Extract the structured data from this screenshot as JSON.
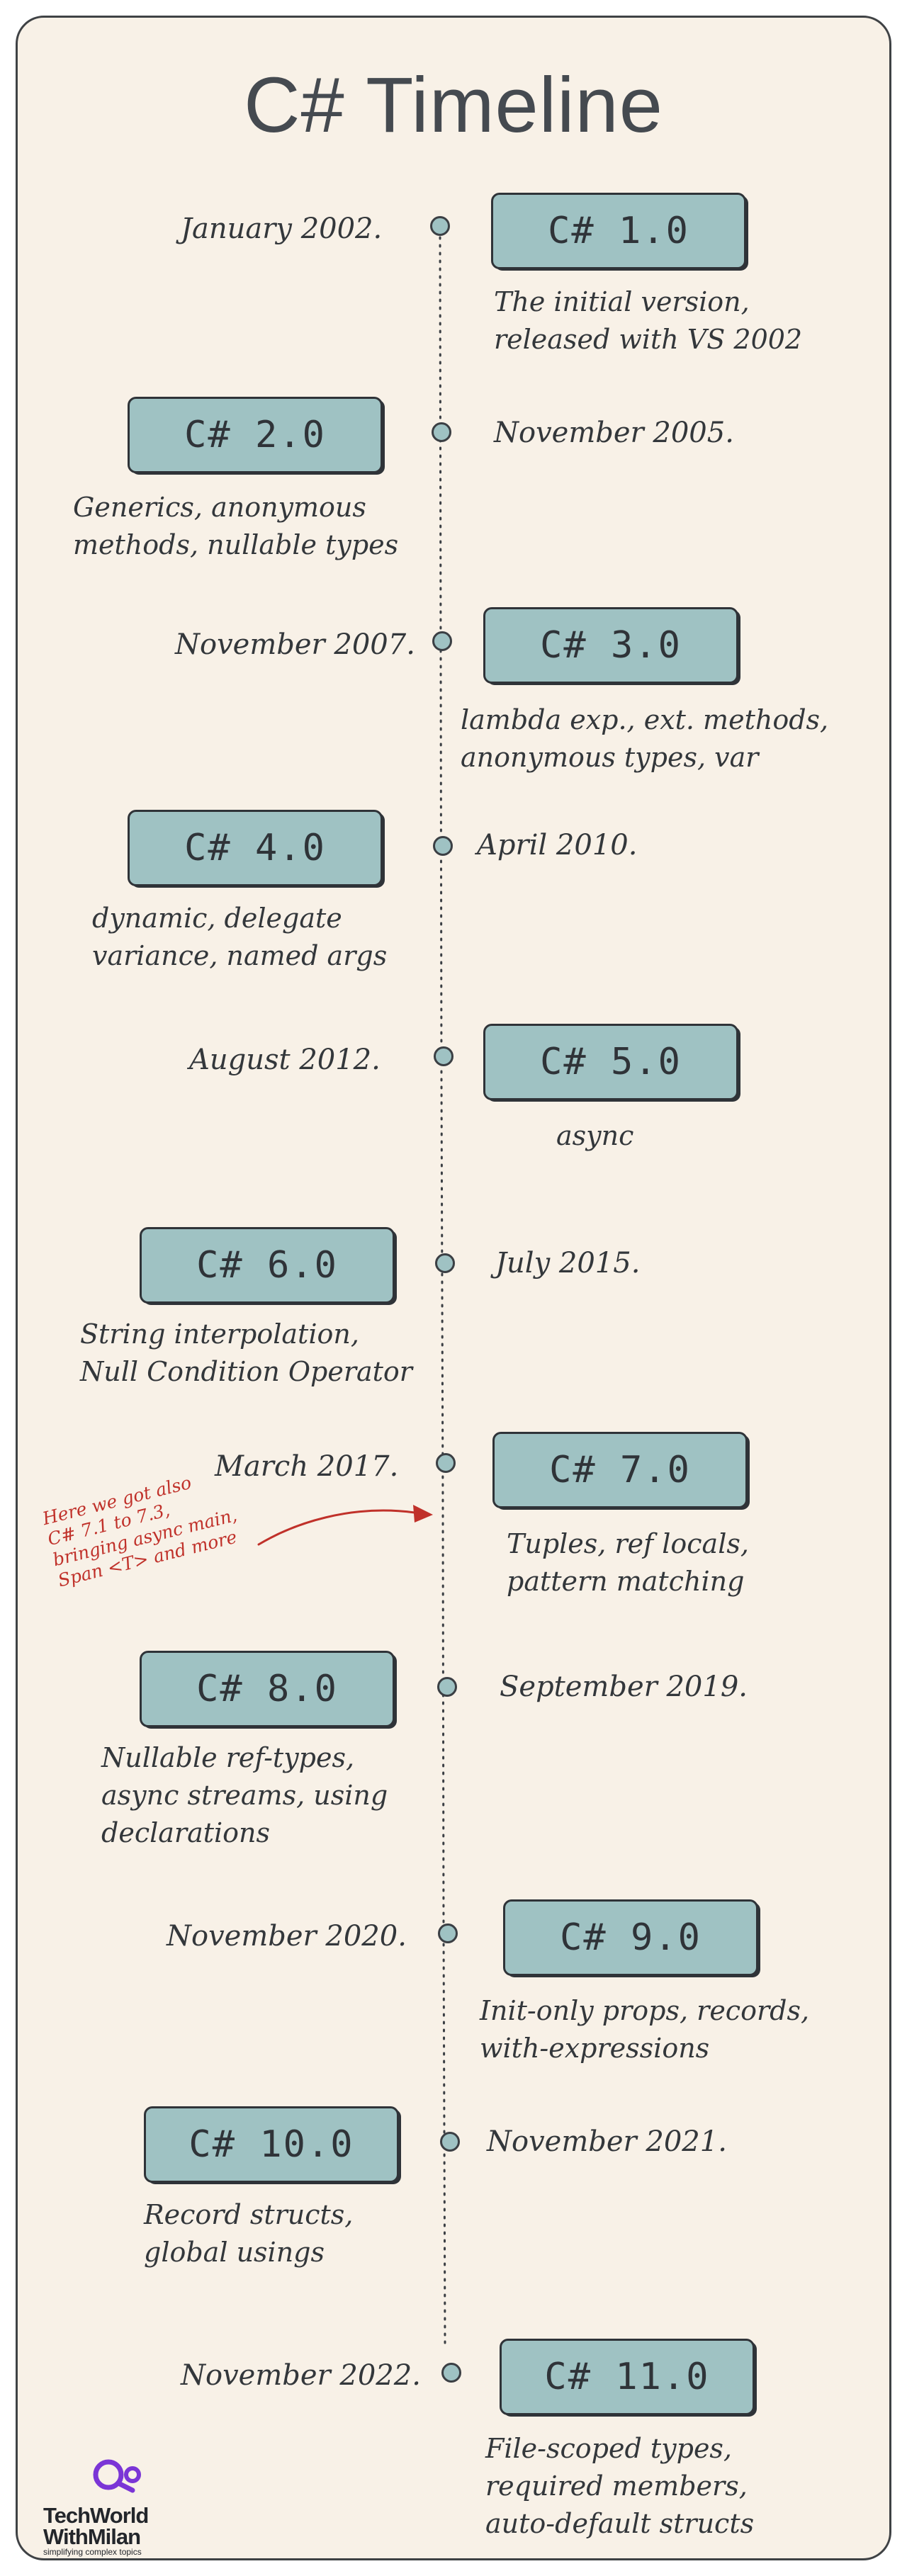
{
  "title": "C# Timeline",
  "note": "Here we got also\nC# 7.1 to 7.3,\nbringing async main,\nSpan <T> and more",
  "logo": {
    "name_line1": "TechWorld",
    "name_line2": "WithMilan",
    "tagline": "simplifying complex topics"
  },
  "colors": {
    "background": "#f8f1e7",
    "box": "#9fc2c3",
    "ink": "#33373b",
    "note": "#c0312a",
    "logo_accent": "#7b35d6"
  },
  "events": [
    {
      "version": "C# 1.0",
      "date": "January 2002.",
      "description": "The initial version,\nreleased with VS 2002"
    },
    {
      "version": "C# 2.0",
      "date": "November 2005.",
      "description": "Generics, anonymous\nmethods, nullable types"
    },
    {
      "version": "C# 3.0",
      "date": "November 2007.",
      "description": "lambda exp., ext. methods,\nanonymous types, var"
    },
    {
      "version": "C# 4.0",
      "date": "April 2010.",
      "description": "dynamic, delegate\nvariance, named args"
    },
    {
      "version": "C# 5.0",
      "date": "August 2012.",
      "description": "async"
    },
    {
      "version": "C# 6.0",
      "date": "July 2015.",
      "description": "String interpolation,\nNull Condition Operator"
    },
    {
      "version": "C# 7.0",
      "date": "March 2017.",
      "description": "Tuples, ref locals,\npattern matching"
    },
    {
      "version": "C# 8.0",
      "date": "September 2019.",
      "description": "Nullable ref-types,\nasync streams, using\ndeclarations"
    },
    {
      "version": "C# 9.0",
      "date": "November 2020.",
      "description": "Init-only props, records,\nwith-expressions"
    },
    {
      "version": "C# 10.0",
      "date": "November 2021.",
      "description": "Record structs,\nglobal usings"
    },
    {
      "version": "C# 11.0",
      "date": "November 2022.",
      "description": "File-scoped types,\nrequired members,\nauto-default structs"
    }
  ]
}
